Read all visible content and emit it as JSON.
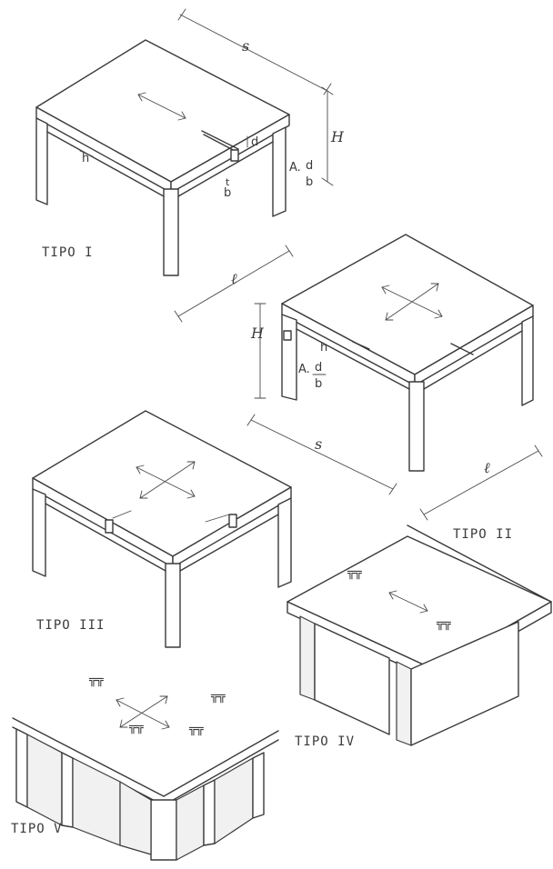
{
  "tipos": {
    "t1": "TIPO I",
    "t2": "TIPO II",
    "t3": "TIPO III",
    "t4": "TIPO IV",
    "t5": "TIPO V"
  },
  "dims": {
    "s": "s",
    "H": "H",
    "l": "ℓ",
    "h": "h",
    "d": "d",
    "b": "b",
    "t": "t",
    "A": "A",
    "A_d": "A.",
    "frac_d": "d",
    "frac_b": "b"
  }
}
